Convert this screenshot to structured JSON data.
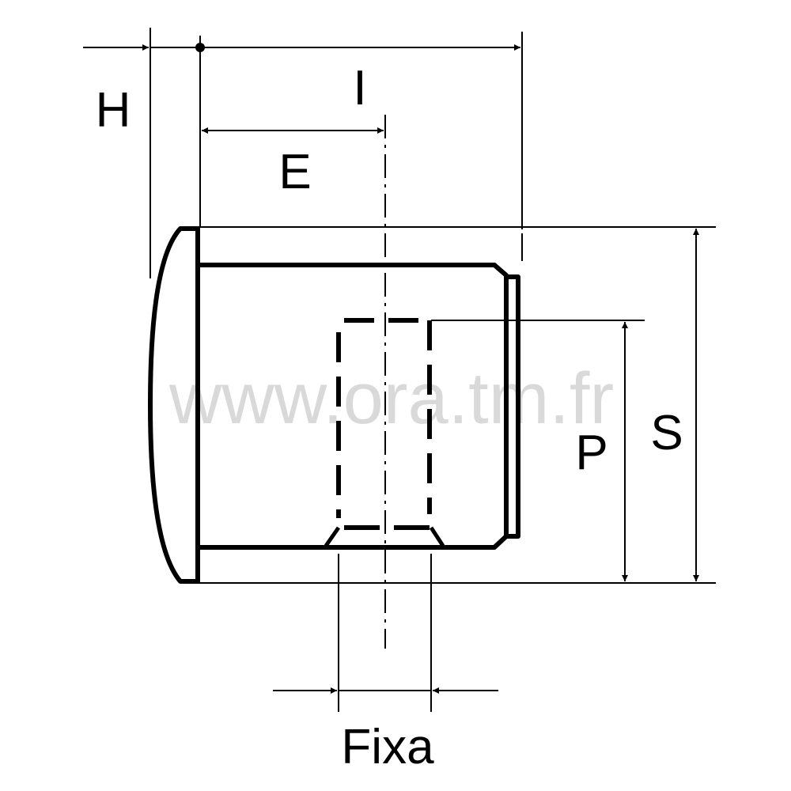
{
  "watermark": "www.ora.tm.fr",
  "dimensions": {
    "H": "H",
    "I": "I",
    "E": "E",
    "P": "P",
    "S": "S",
    "Fixa": "Fixa"
  },
  "colors": {
    "line": "#000000",
    "watermark": "#d9d9d9"
  }
}
